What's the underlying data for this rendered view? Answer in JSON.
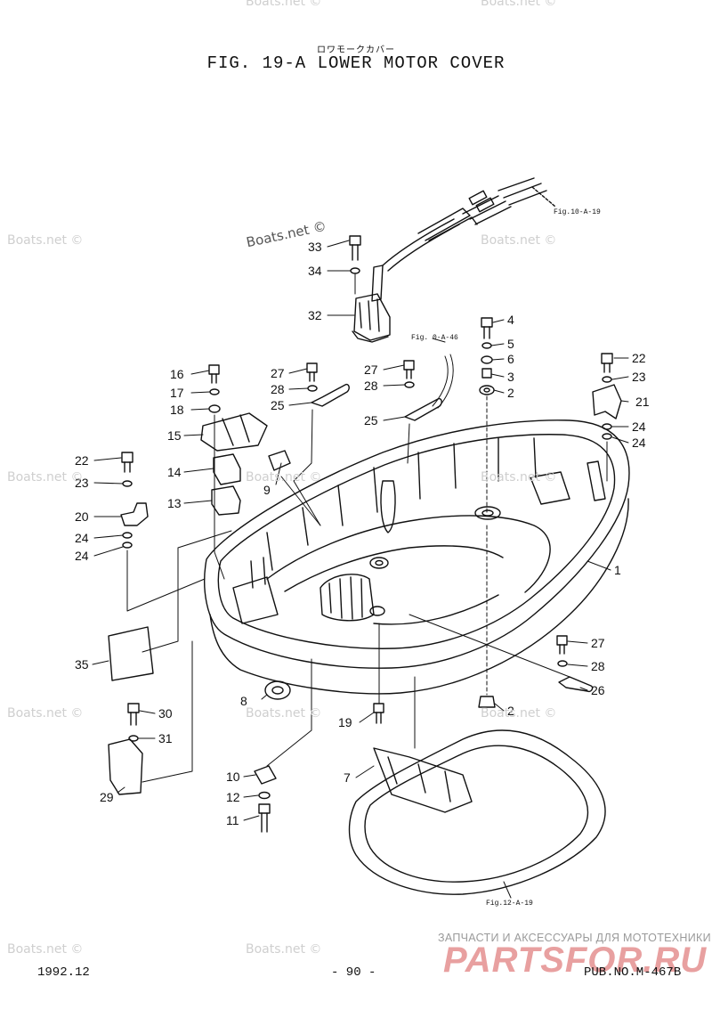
{
  "header": {
    "subtitle_jp": "ロワモークカバー",
    "title": "FIG. 19-A LOWER MOTOR COVER"
  },
  "footer": {
    "date": "1992.12",
    "page": "- 90 -",
    "pub": "PUB.NO.M-467B"
  },
  "watermarks": {
    "boats_net": "Boats.net ©",
    "shop_tagline": "ЗАПЧАСТИ И АКСЕССУАРЫ ДЛЯ МОТОТЕХНИКИ",
    "shop_logo": "PARTSFOR.RU"
  },
  "references": {
    "ref_10a19": "Fig.10-A-19",
    "ref_0a46": "Fig. 0-A-46",
    "ref_12a19": "Fig.12-A-19"
  },
  "parts": {
    "p1": "1",
    "p2a": "2",
    "p2b": "2",
    "p3": "3",
    "p4": "4",
    "p5": "5",
    "p6": "6",
    "p7": "7",
    "p8": "8",
    "p9": "9",
    "p10": "10",
    "p11": "11",
    "p12": "12",
    "p13": "13",
    "p14": "14",
    "p15": "15",
    "p16": "16",
    "p17": "17",
    "p18": "18",
    "p19": "19",
    "p20": "20",
    "p21": "21",
    "p22a": "22",
    "p22b": "22",
    "p23a": "23",
    "p23b": "23",
    "p24a": "24",
    "p24b": "24",
    "p24c": "24",
    "p24d": "24",
    "p25a": "25",
    "p25b": "25",
    "p26": "26",
    "p27a": "27",
    "p27b": "27",
    "p27c": "27",
    "p28a": "28",
    "p28b": "28",
    "p28c": "28",
    "p29": "29",
    "p30": "30",
    "p31": "31",
    "p32": "32",
    "p33": "33",
    "p34": "34",
    "p35": "35"
  }
}
